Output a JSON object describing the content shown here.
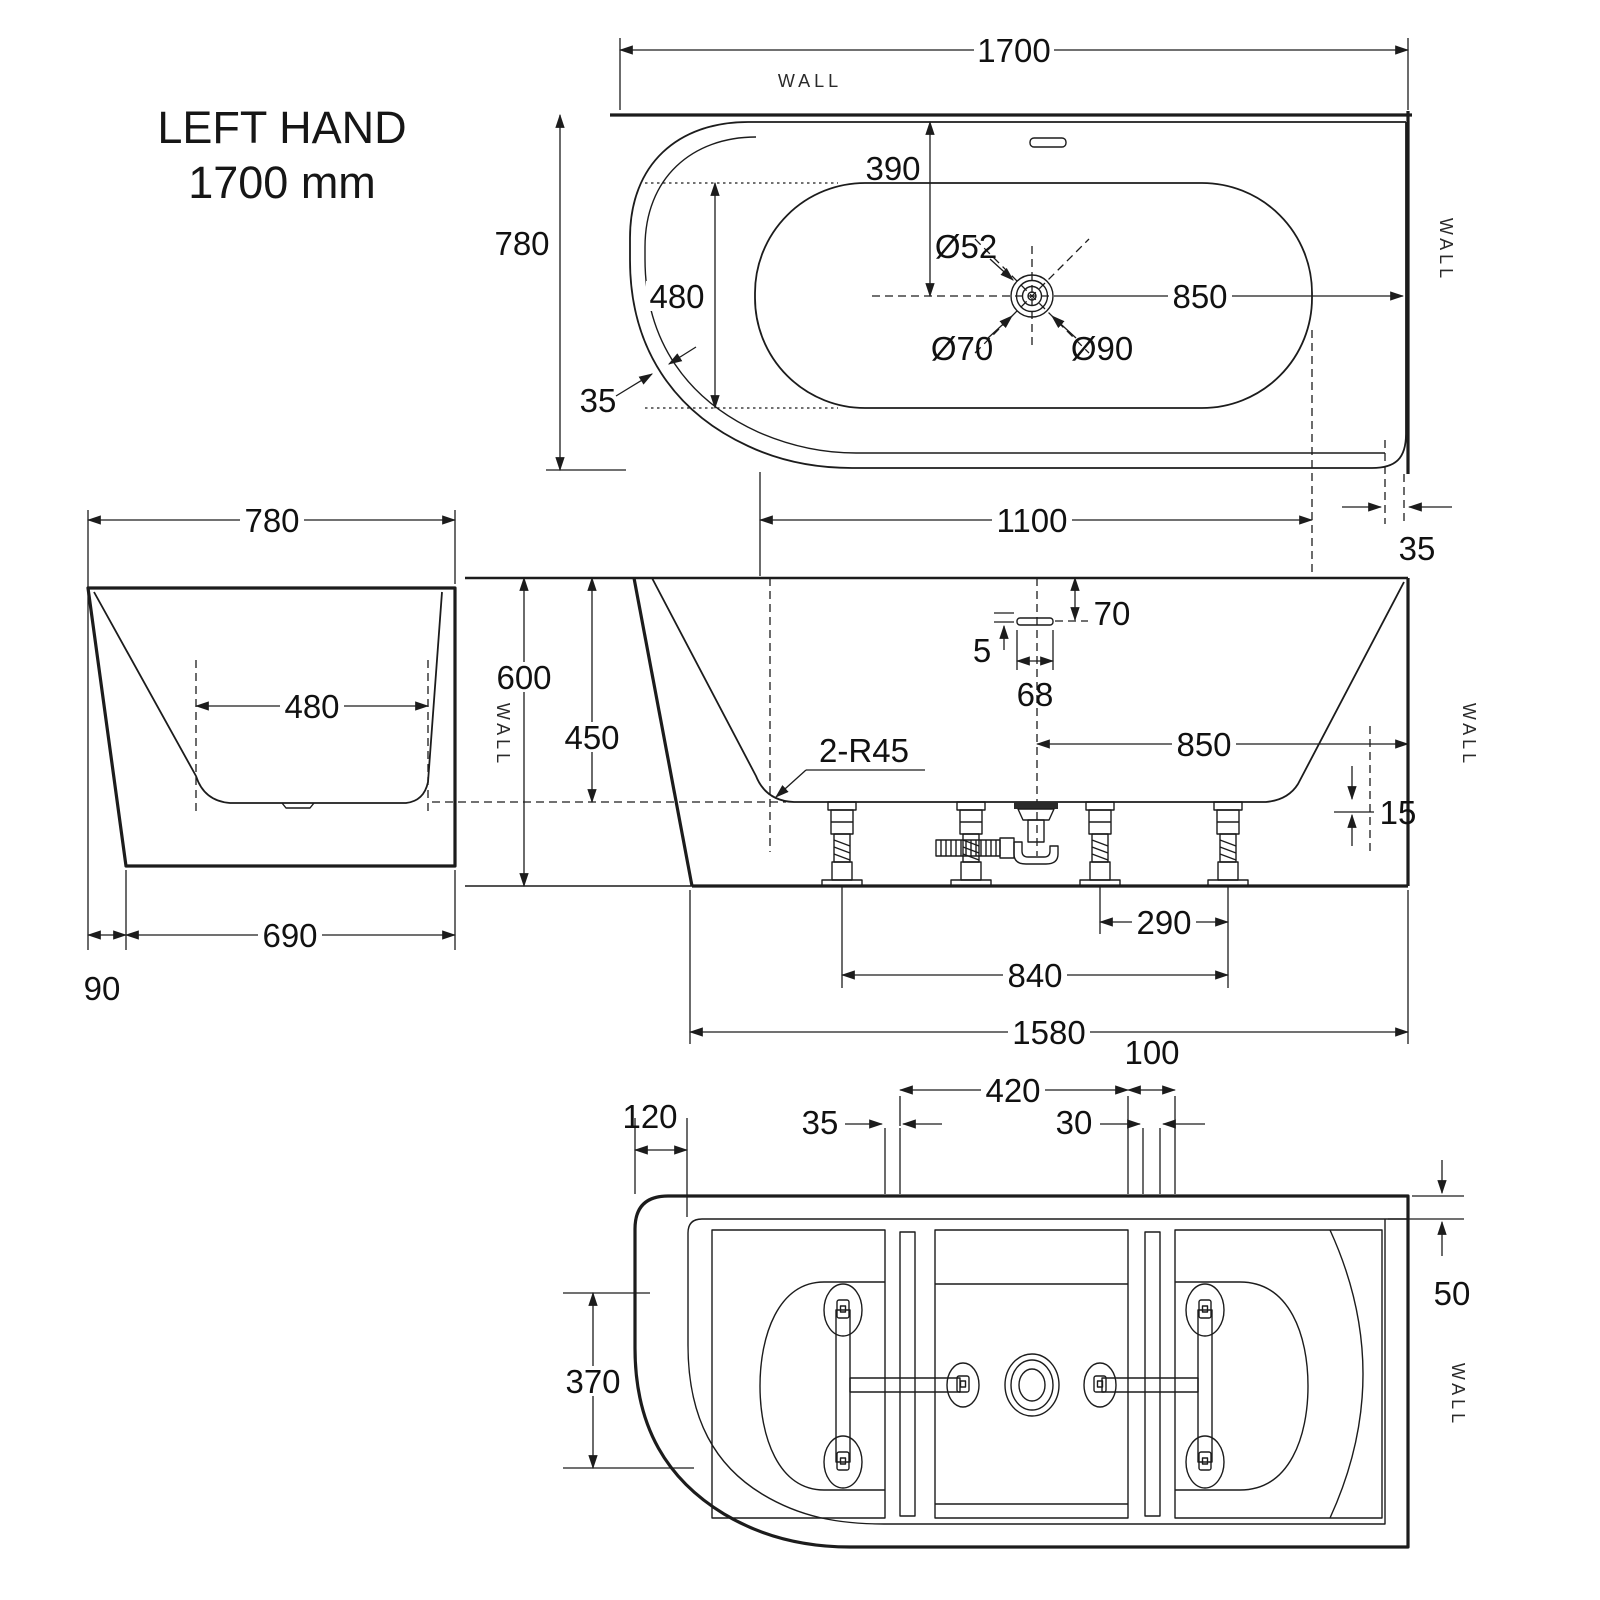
{
  "title": {
    "line1": "LEFT HAND",
    "line2": "1700 mm"
  },
  "plan": {
    "wall_top": "WALL",
    "wall_right": "WALL",
    "length": "1700",
    "width": "780",
    "drain_offset": "390",
    "inner_width": "480",
    "inner_length": "1100",
    "drain_dia": "Ø52",
    "overflow_dia": "Ø70",
    "waste_dia": "Ø90",
    "drain_to_wall": "850",
    "rim_left": "35",
    "rim_right": "35"
  },
  "side": {
    "width": "780",
    "floor_width": "480",
    "base_width": "690",
    "base_offset": "90"
  },
  "front": {
    "wall_left": "WALL",
    "wall_right": "WALL",
    "height": "600",
    "depth": "450",
    "overflow_drop": "70",
    "overflow_lip": "5",
    "overflow_width": "68",
    "drain_to_wall": "850",
    "corner_radius": "2-R45",
    "floor_lip": "15",
    "feet_gap": "290",
    "feet_span": "840",
    "base_length": "1580"
  },
  "bottom": {
    "wall_right": "WALL",
    "edge_offset": "120",
    "slat_gap": "35",
    "panel_width": "420",
    "panel_gap": "100",
    "slat_width": "30",
    "rim_offset": "50",
    "end_flat": "370"
  }
}
